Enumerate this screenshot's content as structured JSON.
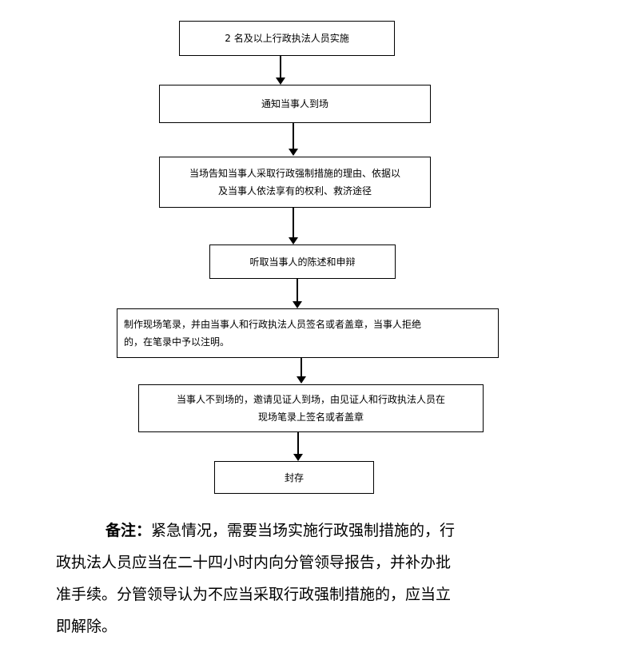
{
  "flowchart": {
    "steps": [
      {
        "lines": [
          "2 名及以上行政执法人员实施"
        ]
      },
      {
        "lines": [
          "通知当事人到场"
        ]
      },
      {
        "lines": [
          "当场告知当事人采取行政强制措施的理由、依据以",
          "及当事人依法享有的权利、救济途径"
        ]
      },
      {
        "lines": [
          "听取当事人的陈述和申辩"
        ]
      },
      {
        "lines": [
          "制作现场笔录，并由当事人和行政执法人员签名或者盖章，当事人拒绝",
          "的，在笔录中予以注明。"
        ]
      },
      {
        "lines": [
          "当事人不到场的，邀请见证人到场，由见证人和行政执法人员在",
          "现场笔录上签名或者盖章"
        ]
      },
      {
        "lines": [
          "封存"
        ]
      }
    ]
  },
  "note": {
    "label": "备注：",
    "line1": "紧急情况，需要当场实施行政强制措施的，行",
    "line2": "政执法人员应当在二十四小时内向分管领导报告，并补办批",
    "line3": "准手续。分管领导认为不应当采取行政强制措施的，应当立",
    "line4": "即解除。"
  }
}
